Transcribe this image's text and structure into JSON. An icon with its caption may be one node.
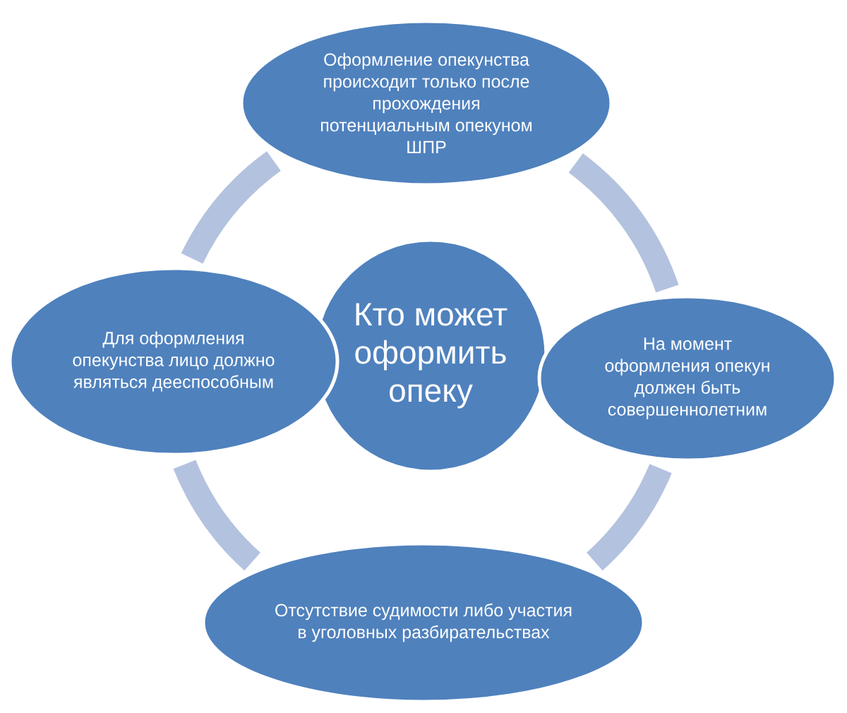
{
  "diagram": {
    "nodes": [
      {
        "text": [
          "Оформление опекунства происходит только после прохождения потенциальным опекуном ШПР"
        ]
      },
      {
        "text": [
          "Для оформления опекунства лицо должно являться дееспособным"
        ]
      },
      {
        "text": [
          "Кто может оформить опеку"
        ]
      },
      {
        "text": [
          "На момент оформления опекун должен быть совершеннолетним"
        ]
      },
      {
        "text": [
          "Отсутствие судимости либо участия в уголовных разбирательствах"
        ]
      }
    ],
    "edges": [
      {
        "from": 0,
        "to": 3,
        "arrow": "none",
        "color": "#b3c2df"
      },
      {
        "from": 3,
        "to": 4,
        "arrow": "none",
        "color": "#b3c2df"
      },
      {
        "from": 4,
        "to": 1,
        "arrow": "none",
        "color": "#b3c2df"
      },
      {
        "from": 1,
        "to": 0,
        "arrow": "none",
        "color": "#b3c2df"
      }
    ]
  }
}
